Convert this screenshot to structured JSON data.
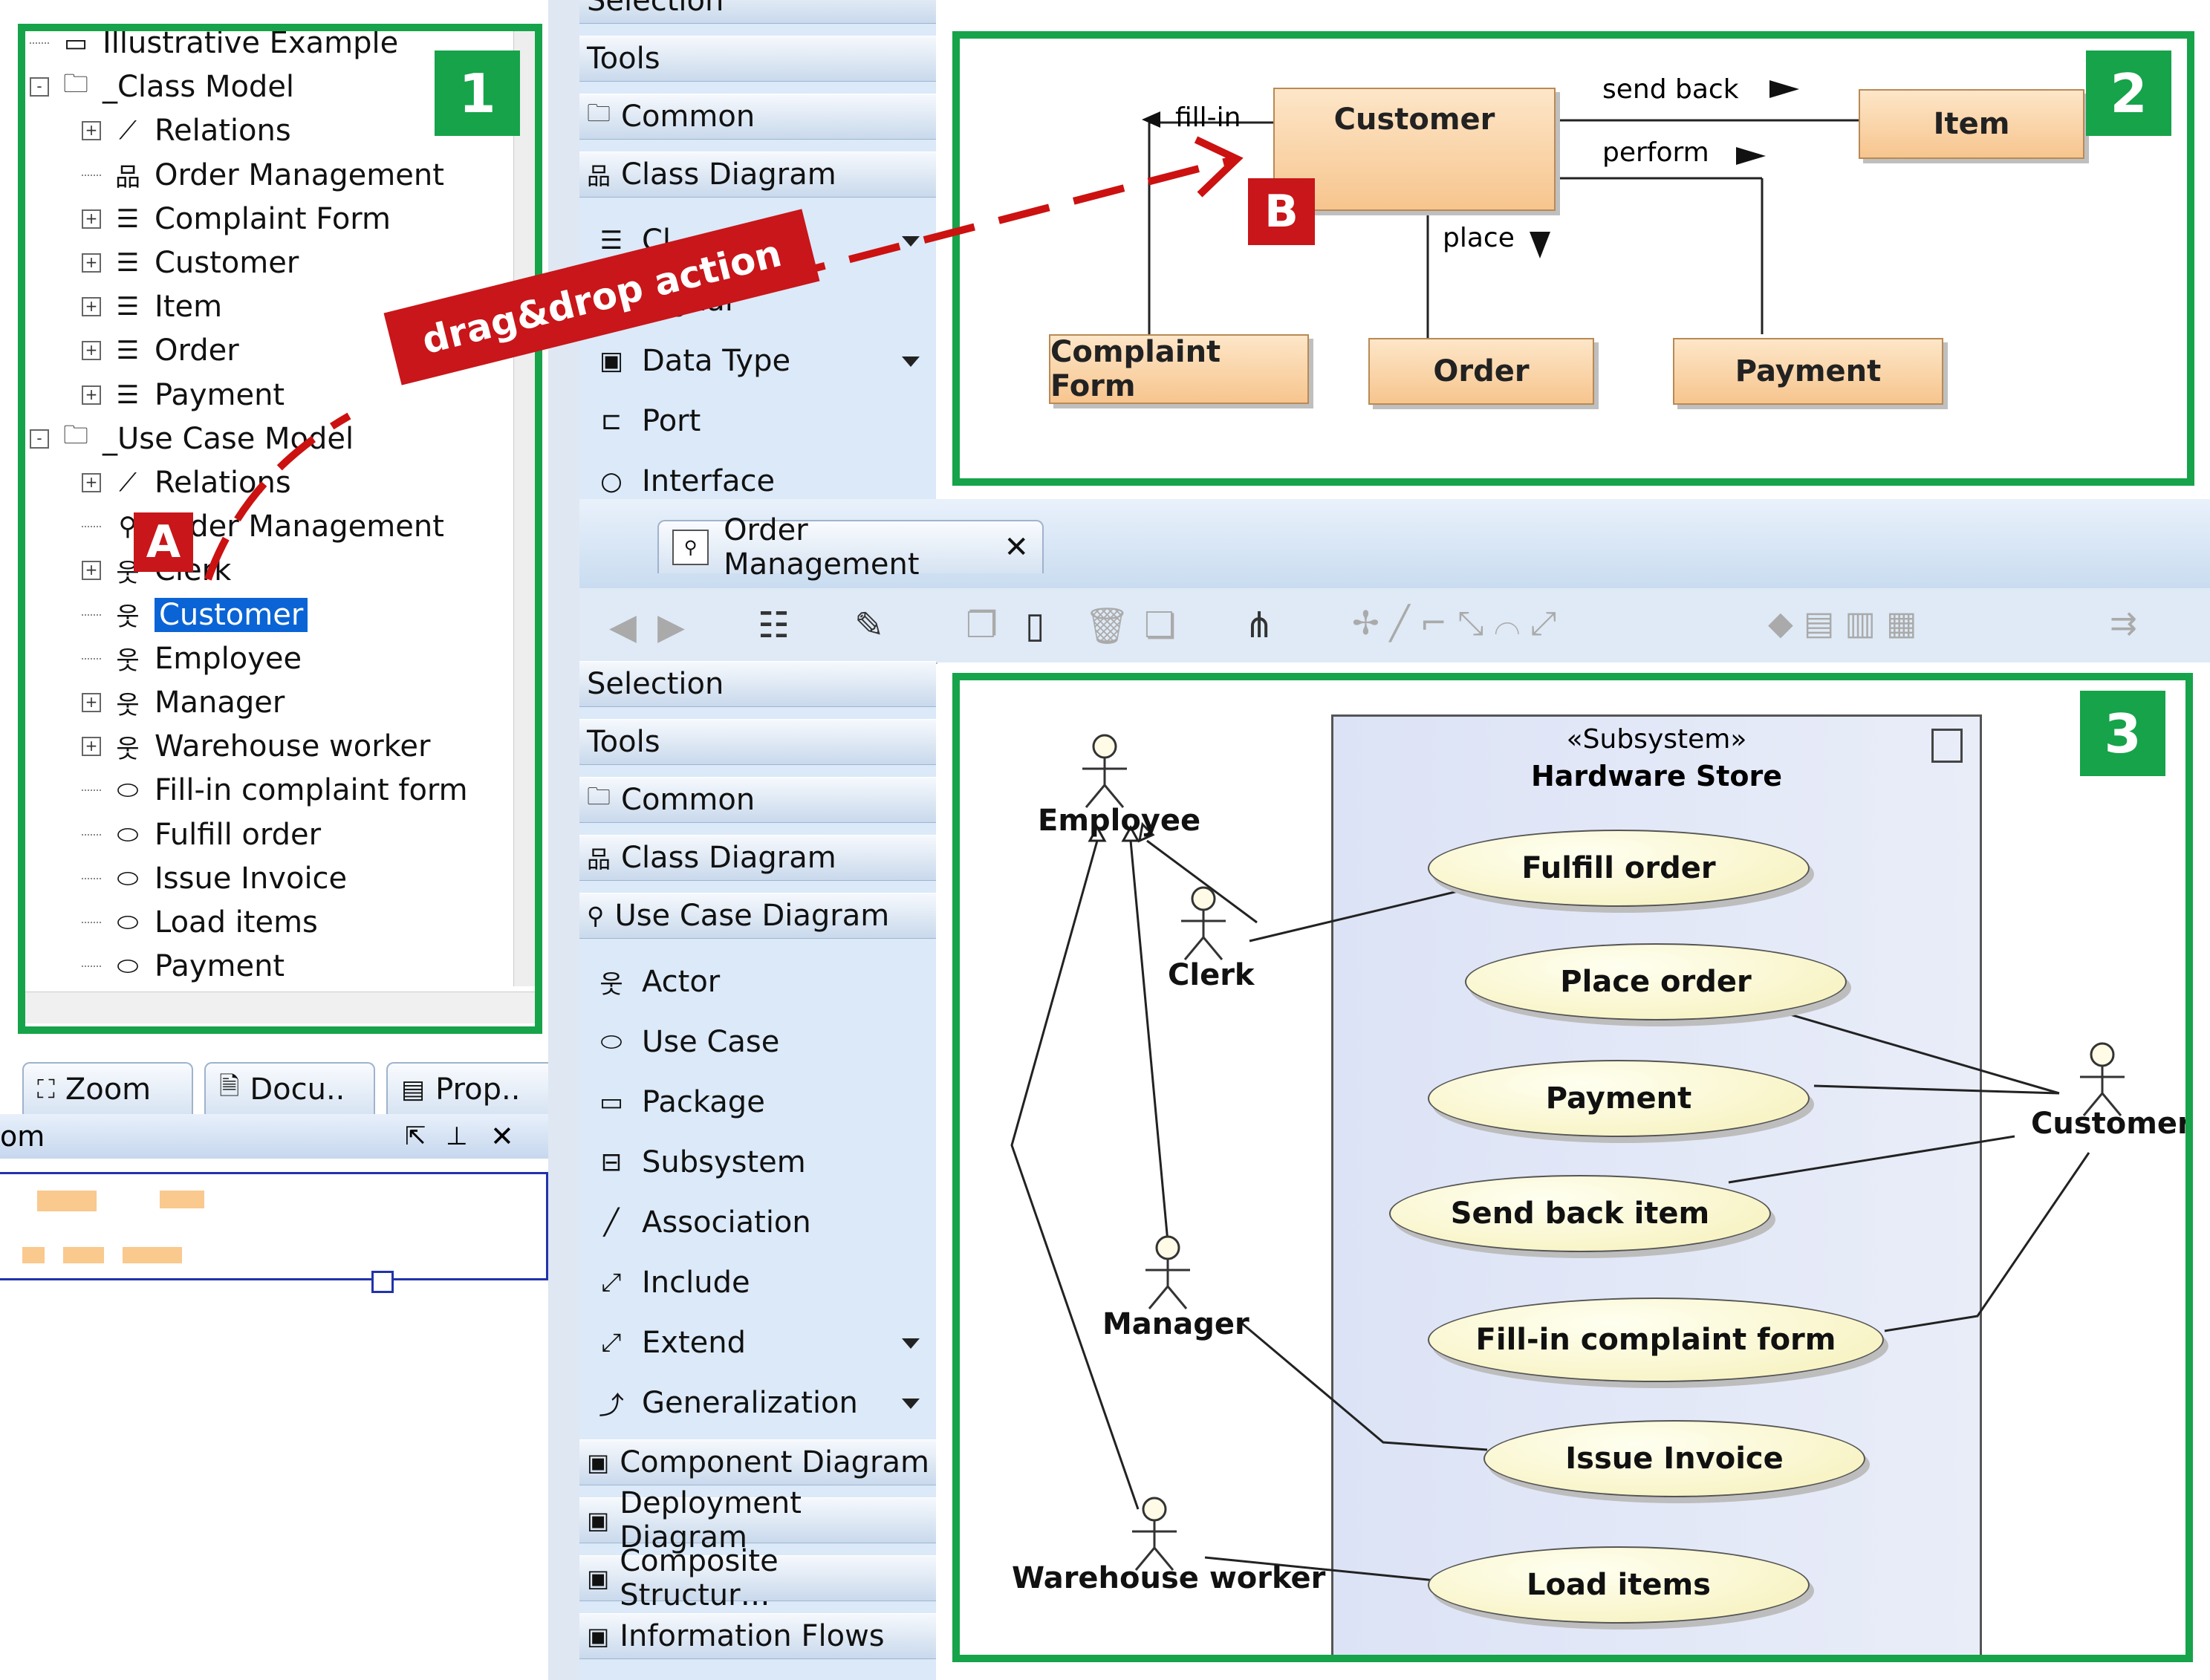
{
  "tree": {
    "items": [
      {
        "label": "Illustrative Example",
        "icon": "package-icon",
        "level": 0,
        "exp": ""
      },
      {
        "label": "_Class Model",
        "icon": "folder-icon",
        "level": 0,
        "exp": "-"
      },
      {
        "label": "Relations",
        "icon": "relation-icon",
        "level": 1,
        "exp": "+"
      },
      {
        "label": "Order Management",
        "icon": "class-diagram-icon",
        "level": 1,
        "exp": ""
      },
      {
        "label": "Complaint Form",
        "icon": "class-icon",
        "level": 1,
        "exp": "+"
      },
      {
        "label": "Customer",
        "icon": "class-icon",
        "level": 1,
        "exp": "+"
      },
      {
        "label": "Item",
        "icon": "class-icon",
        "level": 1,
        "exp": "+"
      },
      {
        "label": "Order",
        "icon": "class-icon",
        "level": 1,
        "exp": "+"
      },
      {
        "label": "Payment",
        "icon": "class-icon",
        "level": 1,
        "exp": "+"
      },
      {
        "label": "_Use Case Model",
        "icon": "folder-icon",
        "level": 0,
        "exp": "-"
      },
      {
        "label": "Relations",
        "icon": "relation-icon",
        "level": 1,
        "exp": "+"
      },
      {
        "label": "Order Management",
        "icon": "usecase-diagram-icon",
        "level": 1,
        "exp": ""
      },
      {
        "label": "Clerk",
        "icon": "actor-icon",
        "level": 1,
        "exp": "+"
      },
      {
        "label": "Customer",
        "icon": "actor-icon",
        "level": 1,
        "exp": "",
        "selected": true
      },
      {
        "label": "Employee",
        "icon": "actor-icon",
        "level": 1,
        "exp": ""
      },
      {
        "label": "Manager",
        "icon": "actor-icon",
        "level": 1,
        "exp": "+"
      },
      {
        "label": "Warehouse worker",
        "icon": "actor-icon",
        "level": 1,
        "exp": "+"
      },
      {
        "label": "Fill-in complaint form",
        "icon": "usecase-icon",
        "level": 1,
        "exp": ""
      },
      {
        "label": "Fulfill order",
        "icon": "usecase-icon",
        "level": 1,
        "exp": ""
      },
      {
        "label": "Issue Invoice",
        "icon": "usecase-icon",
        "level": 1,
        "exp": ""
      },
      {
        "label": "Load items",
        "icon": "usecase-icon",
        "level": 1,
        "exp": ""
      },
      {
        "label": "Payment",
        "icon": "usecase-icon",
        "level": 1,
        "exp": ""
      }
    ]
  },
  "annotations": {
    "drag_label": "drag&drop action",
    "marker_a": "A",
    "marker_b": "B",
    "panel1": "1",
    "panel2": "2",
    "panel3": "3"
  },
  "bottom_tabs": [
    {
      "label": "Zoom",
      "icon": "zoom-icon"
    },
    {
      "label": "Docu..",
      "icon": "document-icon"
    },
    {
      "label": "Prop..",
      "icon": "properties-icon"
    }
  ],
  "zoom_panel": {
    "title": "om"
  },
  "top_palette": {
    "headers": [
      "Selection",
      "Tools",
      "Common",
      "Class Diagram"
    ],
    "items": [
      {
        "label": "Cl",
        "icon": "class-icon",
        "dropdown": true
      },
      {
        "label": "Signal",
        "icon": "signal-icon"
      },
      {
        "label": "Data Type",
        "icon": "datatype-icon",
        "dropdown": true
      },
      {
        "label": "Port",
        "icon": "port-icon"
      },
      {
        "label": "Interface",
        "icon": "interface-icon"
      }
    ]
  },
  "class_diagram": {
    "classes": {
      "customer": "Customer",
      "item": "Item",
      "complaint": "Complaint Form",
      "order": "Order",
      "payment": "Payment"
    },
    "assoc": {
      "fill_in": "fill-in",
      "send_back": "send back",
      "perform": "perform",
      "place": "place"
    }
  },
  "editor_tab": {
    "label": "Order Management",
    "close": "✕"
  },
  "bottom_palette": {
    "headers": [
      "Selection",
      "Tools",
      "Common",
      "Class Diagram",
      "Use Case Diagram"
    ],
    "items": [
      {
        "label": "Actor",
        "icon": "actor-icon"
      },
      {
        "label": "Use Case",
        "icon": "usecase-icon"
      },
      {
        "label": "Package",
        "icon": "package-icon"
      },
      {
        "label": "Subsystem",
        "icon": "subsystem-icon"
      },
      {
        "label": "Association",
        "icon": "association-icon"
      },
      {
        "label": "Include",
        "icon": "include-icon"
      },
      {
        "label": "Extend",
        "icon": "extend-icon",
        "dropdown": true
      },
      {
        "label": "Generalization",
        "icon": "generalization-icon",
        "dropdown": true
      }
    ],
    "footers": [
      "Component Diagram",
      "Deployment Diagram",
      "Composite Structur…",
      "Information Flows"
    ]
  },
  "usecase_diagram": {
    "subsystem_stereotype": "«Subsystem»",
    "subsystem_name": "Hardware Store",
    "actors": {
      "employee": "Employee",
      "clerk": "Clerk",
      "manager": "Manager",
      "warehouse": "Warehouse worker",
      "customer": "Customer"
    },
    "usecases": {
      "fulfill": "Fulfill order",
      "place": "Place order",
      "payment": "Payment",
      "send_back": "Send back item",
      "complaint": "Fill-in complaint form",
      "invoice": "Issue Invoice",
      "load": "Load items"
    }
  }
}
